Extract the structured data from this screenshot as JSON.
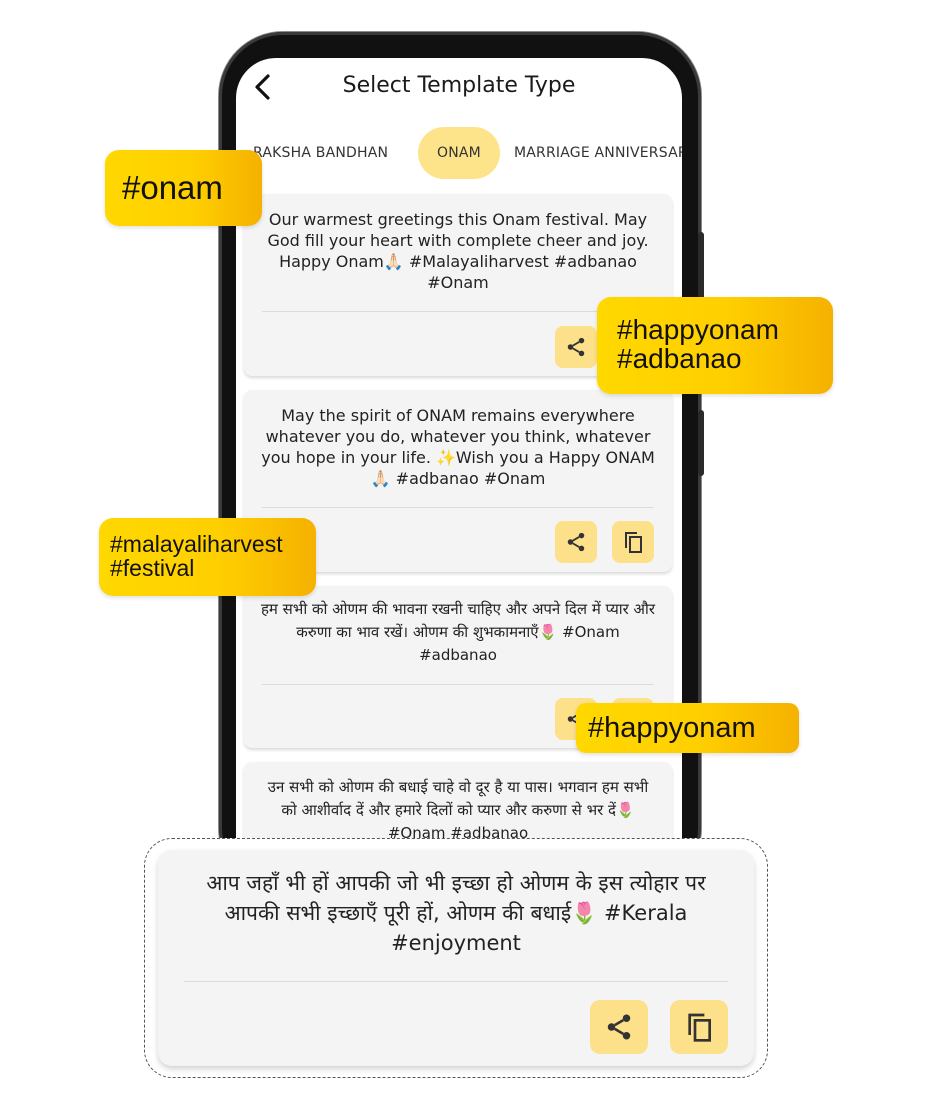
{
  "header": {
    "title": "Select Template Type"
  },
  "tabs": [
    {
      "label": "RAKSHA BANDHAN"
    },
    {
      "label": "ONAM",
      "active": true
    },
    {
      "label": "MARRIAGE ANNIVERSARY"
    }
  ],
  "cards": [
    {
      "text": "Our warmest greetings this Onam festival. May God fill your heart with complete cheer and joy. Happy Onam🙏🏻 #Malayaliharvest #adbanao #Onam"
    },
    {
      "text": "May the spirit of ONAM remains everywhere whatever you do, whatever you think, whatever you hope in your life. ✨Wish you a Happy ONAM🙏🏻 #adbanao #Onam"
    },
    {
      "text": "हम सभी को ओणम की भावना रखनी चाहिए और अपने दिल में प्यार और करुणा का भाव रखें। ओणम की शुभकामनाएँ🌷 #Onam #adbanao"
    },
    {
      "text": "उन सभी को ओणम की बधाई चाहे वो दूर है या पास। भगवान हम सभी को आशीर्वाद दें और हमारे दिलों को प्यार और करुणा से भर दें🌷 #Onam #adbanao"
    }
  ],
  "zoom_card": {
    "text": "आप जहाँ भी हों आपकी जो भी इच्छा हो ओणम के इस त्योहार पर आपकी सभी इच्छाएँ पूरी हों, ओणम की बधाई🌷 #Kerala #enjoyment"
  },
  "badges": {
    "onam": "#onam",
    "happyonam_adbanao": [
      "#happyonam",
      "#adbanao"
    ],
    "malayaliharvest_festival": [
      "#malayaliharvest",
      "#festival"
    ],
    "happyonam": "#happyonam"
  },
  "icons": {
    "back": "chevron-left-icon",
    "share": "share-icon",
    "copy": "copy-icon"
  },
  "colors": {
    "accent": "#fde08a",
    "badge": "#ffd400"
  }
}
